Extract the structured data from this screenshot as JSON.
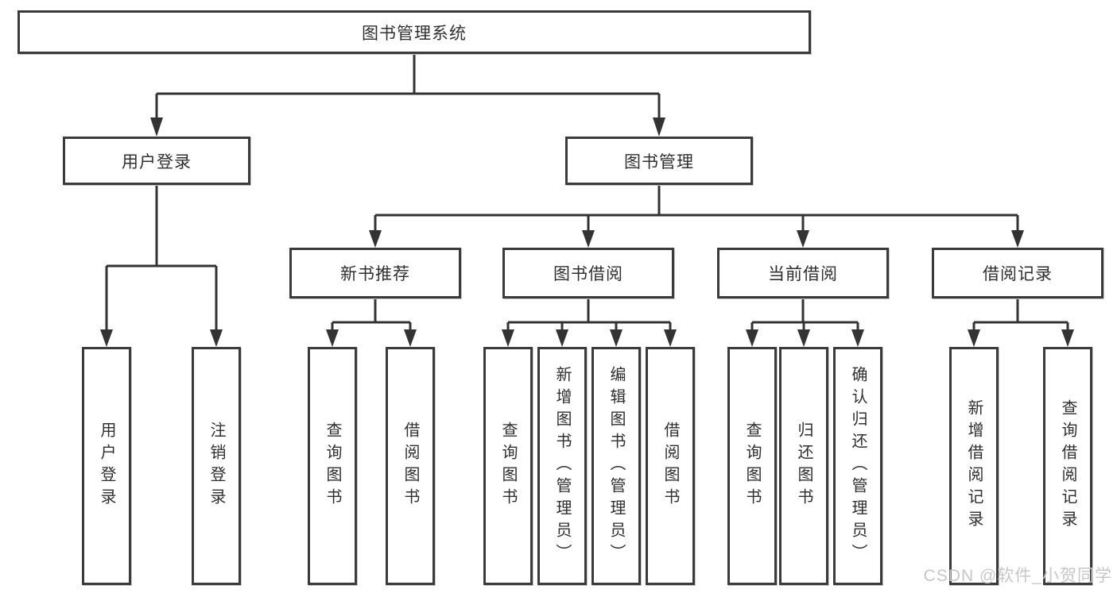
{
  "tree": {
    "root": {
      "label": "图书管理系统"
    },
    "branches": [
      {
        "label": "用户登录",
        "children": [
          {
            "label": "用户登录"
          },
          {
            "label": "注销登录"
          }
        ]
      },
      {
        "label": "图书管理",
        "children": [
          {
            "label": "新书推荐",
            "children": [
              {
                "label": "查询图书"
              },
              {
                "label": "借阅图书"
              }
            ]
          },
          {
            "label": "图书借阅",
            "children": [
              {
                "label": "查询图书"
              },
              {
                "label": "新增图书（管理员）"
              },
              {
                "label": "编辑图书（管理员）"
              },
              {
                "label": "借阅图书"
              }
            ]
          },
          {
            "label": "当前借阅",
            "children": [
              {
                "label": "查询图书"
              },
              {
                "label": "归还图书"
              },
              {
                "label": "确认归还（管理员）"
              }
            ]
          },
          {
            "label": "借阅记录",
            "children": [
              {
                "label": "新增借阅记录"
              },
              {
                "label": "查询借阅记录"
              }
            ]
          }
        ]
      }
    ]
  },
  "watermark": {
    "text": "CSDN @软件_小贺同学"
  },
  "colors": {
    "line": "#333333",
    "box_border": "#3b3b3b",
    "text": "#2f2f2f",
    "watermark": "#c7c7c7"
  }
}
